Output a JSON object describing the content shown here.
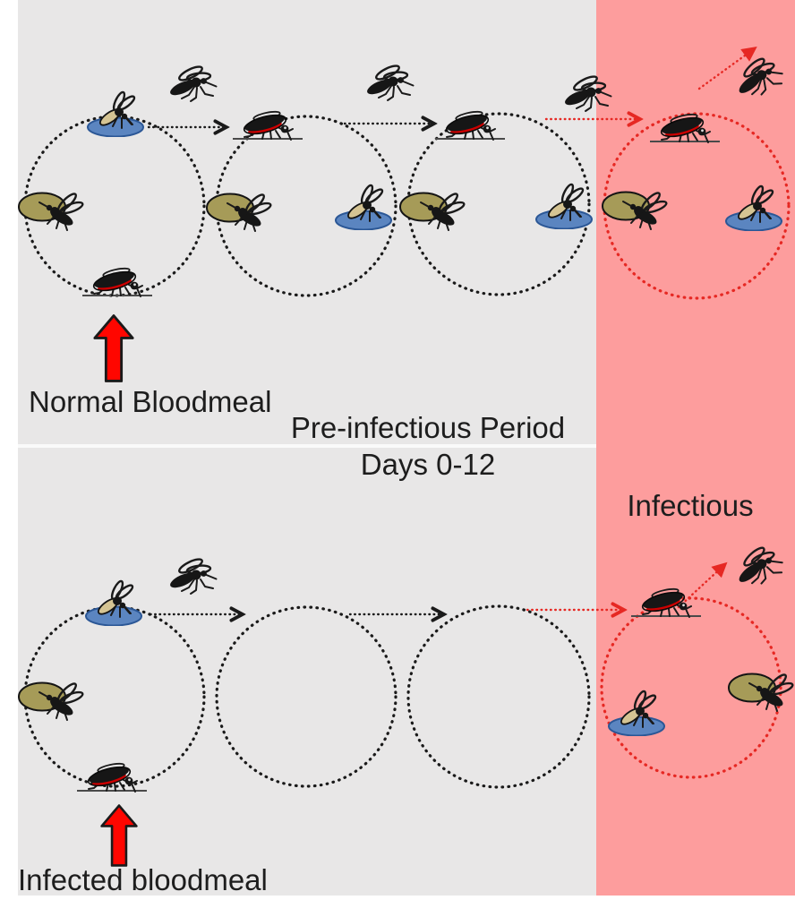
{
  "labels": {
    "normal_bloodmeal": "Normal Bloodmeal",
    "pre_infectious_period": "Pre-infectious Period",
    "days_range": "Days 0-12",
    "infectious": "Infectious",
    "infected_bloodmeal": "Infected bloodmeal"
  },
  "colors": {
    "ink": "#1a1a1a",
    "page_white": "#ffffff",
    "panel_gray": "#e8e7e7",
    "infectious_pink": "#fd9d9d",
    "divider": "#fafafa",
    "cycle_red": "#e62823",
    "water_blue": "#5b85c0",
    "water_blue_border": "#2b5796",
    "host_tan": "#a69b58",
    "abdomen_tan": "#d5c493",
    "blood_red": "#cc0000",
    "arrow_red": "#ff0600"
  },
  "diagram": {
    "period_days": "Days 0-12",
    "top_panel": {
      "start_event": "Normal Bloodmeal",
      "cycle_count": 4,
      "cycles_with_activity": [
        1,
        2,
        3,
        4
      ],
      "infectious_cycle_index": 4
    },
    "bottom_panel": {
      "start_event": "Infected bloodmeal",
      "cycle_count": 4,
      "cycles_with_activity": [
        1,
        4
      ],
      "infectious_cycle_index": 4
    },
    "icon_legend": {
      "flying_mosquito": "dispersing mosquito",
      "oviposition_site": "mosquito ovipositing on water (blue oval)",
      "host_feeding": "mosquito feeding on host (tan oval)",
      "blood_fed_mosquito": "blood-engorged resting mosquito on surface"
    }
  }
}
